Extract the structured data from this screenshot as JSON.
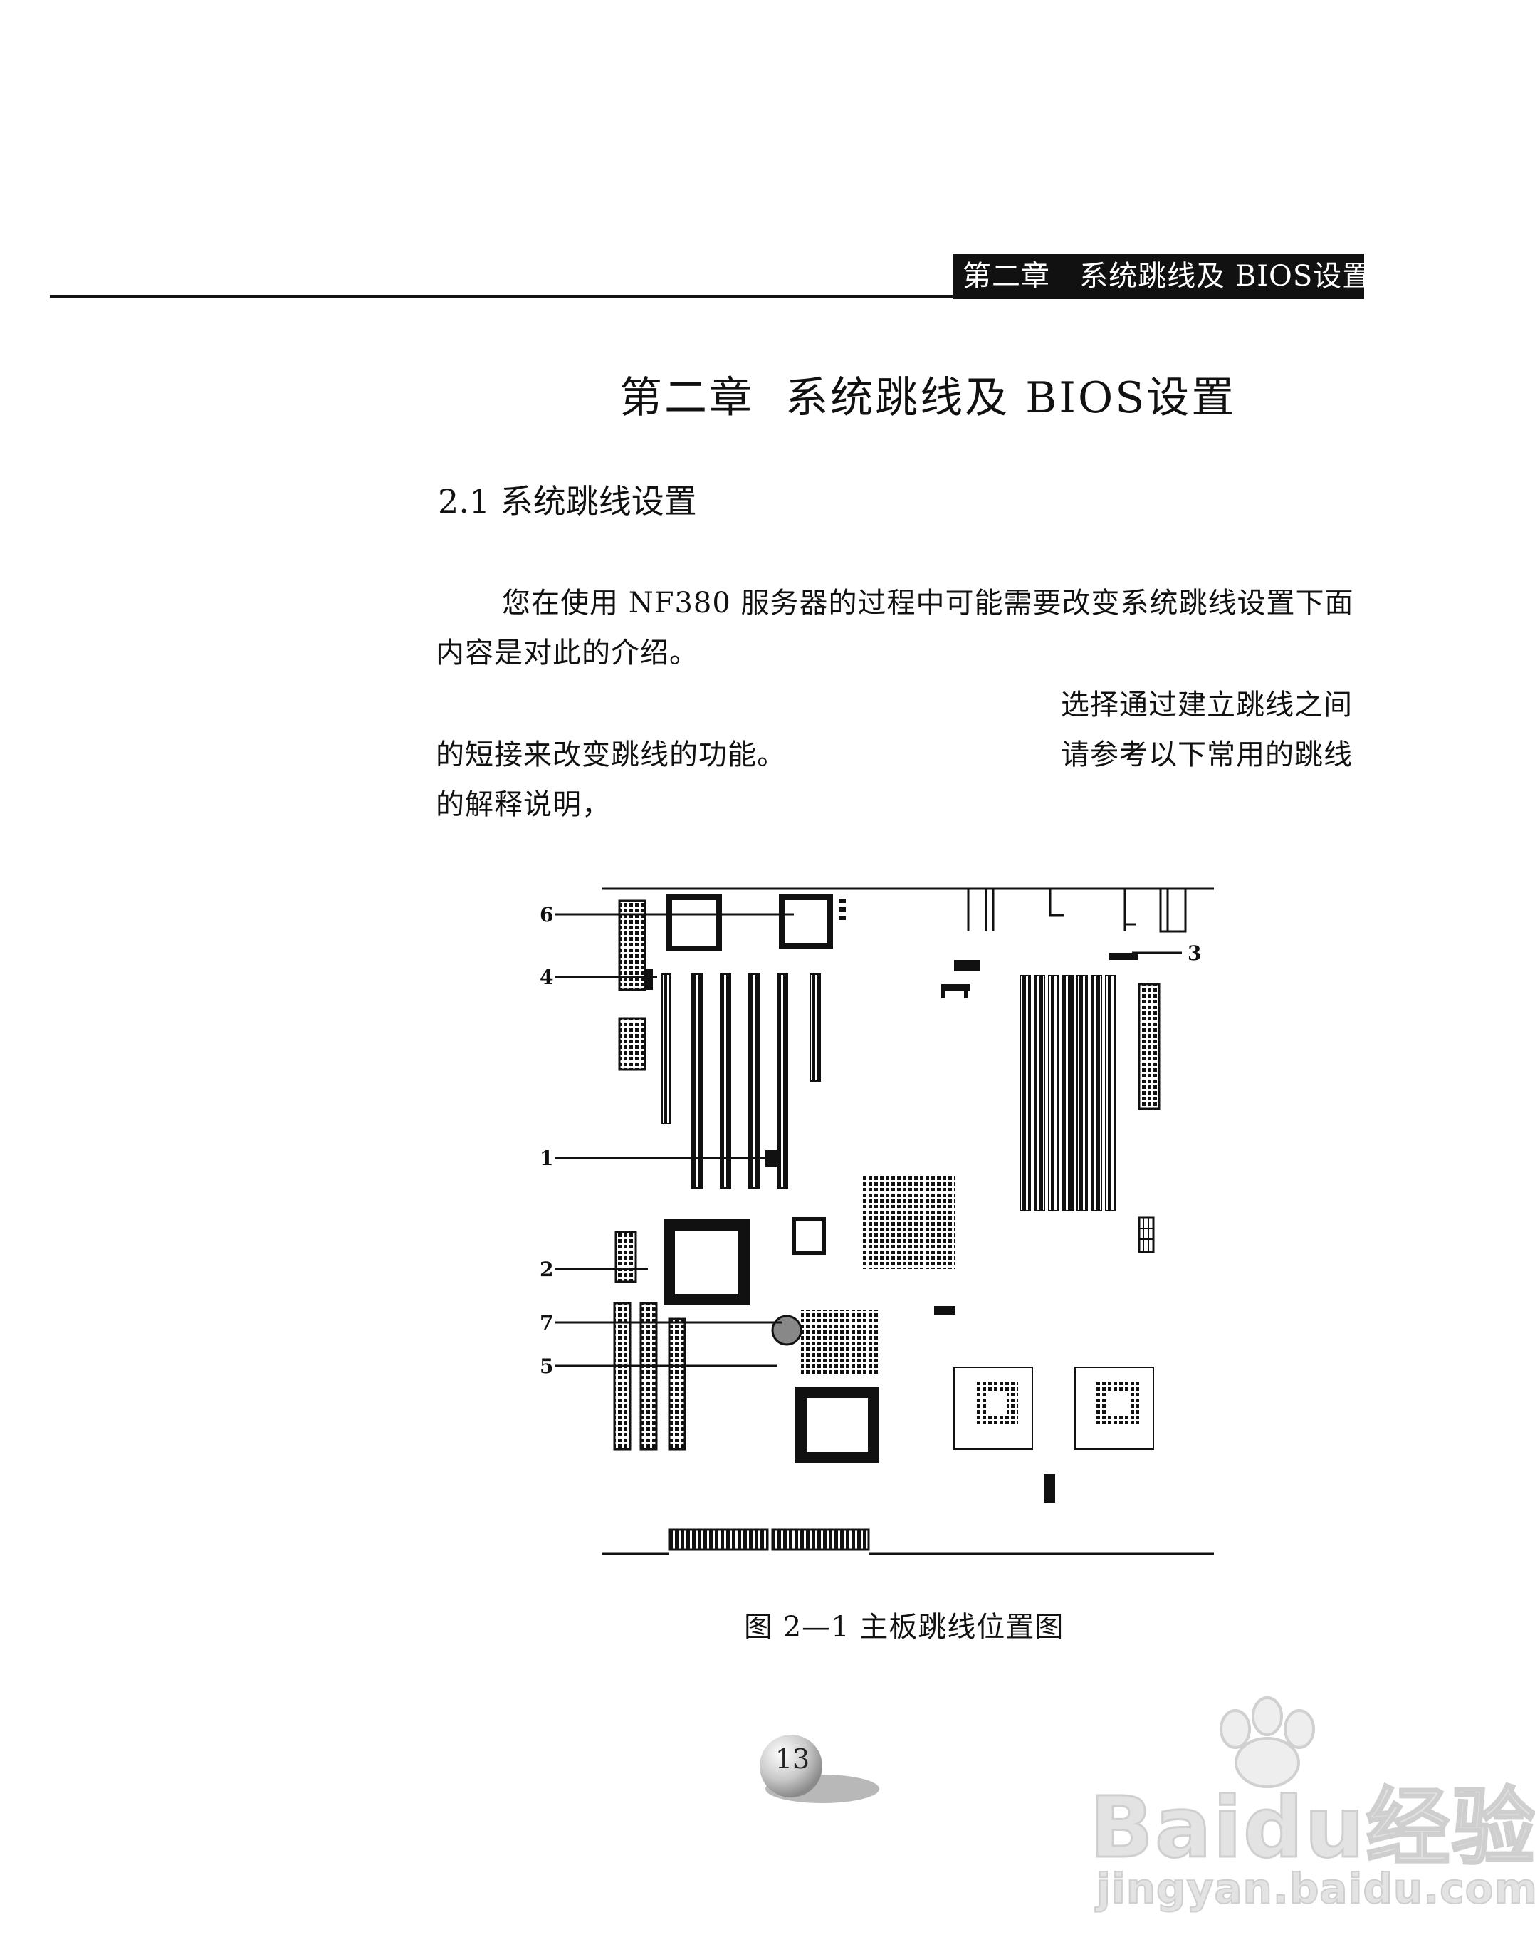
{
  "header": {
    "running_title": "第二章   系统跳线及 BIOS设置"
  },
  "chapter": {
    "title": "第二章  系统跳线及 BIOS设置"
  },
  "section": {
    "heading": "2.1 系统跳线设置"
  },
  "body": {
    "paragraph_1_line_1": "您在使用 NF380 服务器的过程中可能需要改变系统跳线设置下面",
    "paragraph_1_line_2": "内容是对此的介绍。",
    "paragraph_2_line_1_right": "选择通过建立跳线之间",
    "paragraph_2_line_2_left": "的短接来改变跳线的功能。",
    "paragraph_2_line_2_right": "请参考以下常用的跳线",
    "paragraph_2_line_3": "的解释说明，"
  },
  "figure": {
    "caption": "图 2—1 主板跳线位置图",
    "callouts": [
      "6",
      "4",
      "3",
      "1",
      "2",
      "7",
      "5"
    ]
  },
  "footer": {
    "page_number": "13"
  },
  "watermark": {
    "logo_text": "Baidu经验",
    "url": "jingyan.baidu.com"
  }
}
